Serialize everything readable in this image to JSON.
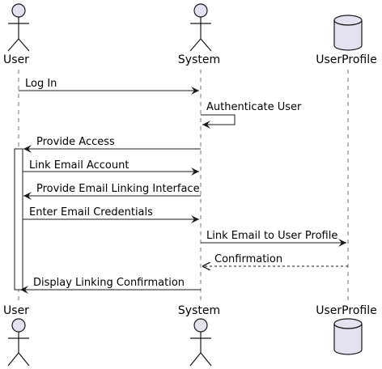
{
  "participants": [
    {
      "id": "user",
      "name": "User",
      "kind": "actor"
    },
    {
      "id": "system",
      "name": "System",
      "kind": "actor"
    },
    {
      "id": "profile",
      "name": "UserProfile",
      "kind": "database"
    }
  ],
  "messages": [
    {
      "from": "user",
      "to": "system",
      "text": "Log In",
      "style": "solid"
    },
    {
      "from": "system",
      "to": "system",
      "text": "Authenticate User",
      "style": "self"
    },
    {
      "from": "system",
      "to": "user",
      "text": "Provide Access",
      "style": "solid"
    },
    {
      "from": "user",
      "to": "system",
      "text": "Link Email Account",
      "style": "solid"
    },
    {
      "from": "system",
      "to": "user",
      "text": "Provide Email Linking Interface",
      "style": "solid"
    },
    {
      "from": "user",
      "to": "system",
      "text": "Enter Email Credentials",
      "style": "solid"
    },
    {
      "from": "system",
      "to": "profile",
      "text": "Link Email to User Profile",
      "style": "solid"
    },
    {
      "from": "profile",
      "to": "system",
      "text": "Confirmation",
      "style": "dashed"
    },
    {
      "from": "system",
      "to": "user",
      "text": "Display Linking Confirmation",
      "style": "solid"
    }
  ],
  "colors": {
    "fill": "#E2E2F0",
    "stroke": "#181818",
    "lifeline": "#181818"
  }
}
